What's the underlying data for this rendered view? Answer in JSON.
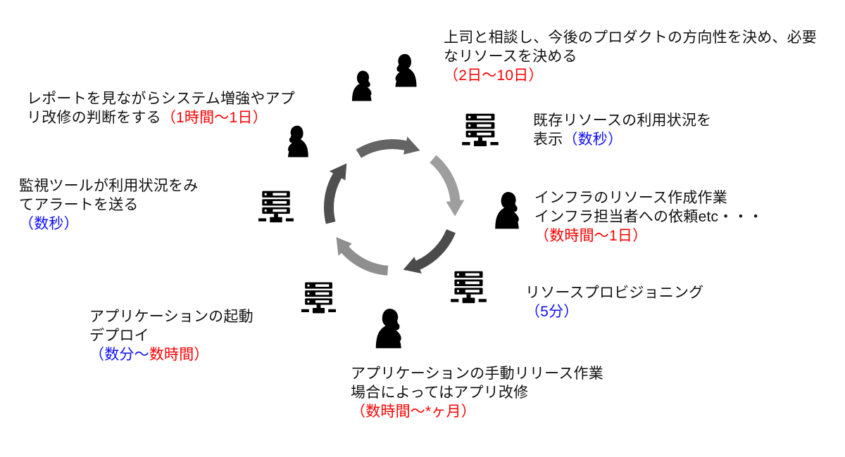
{
  "palette": {
    "text": "#111111",
    "red": "#ff0000",
    "blue": "#0f0fff",
    "icon": "#000000",
    "arrows": [
      "#646464",
      "#9e9e9e",
      "#4b4b4b",
      "#8f8f8f",
      "#4f4f4f"
    ]
  },
  "diagram": {
    "type": "clockwise-cycle-diagram",
    "labels": {
      "plan": {
        "lines": [
          [
            {
              "t": "上司と相談し、今後のプロダクトの方向性を決め、必要",
              "c": "text"
            }
          ],
          [
            {
              "t": "なリソースを決める",
              "c": "text"
            }
          ],
          [
            {
              "t": "（2日～10日）",
              "c": "red"
            }
          ]
        ]
      },
      "usage": {
        "lines": [
          [
            {
              "t": "既存リソースの利用状況を",
              "c": "text"
            }
          ],
          [
            {
              "t": "表示",
              "c": "text"
            },
            {
              "t": "（数秒）",
              "c": "blue"
            }
          ]
        ]
      },
      "infra": {
        "lines": [
          [
            {
              "t": "インフラのリソース作成作業",
              "c": "text"
            }
          ],
          [
            {
              "t": "インフラ担当者への依頼etc・・・",
              "c": "text"
            }
          ],
          [
            {
              "t": "（数時間～1日）",
              "c": "red"
            }
          ]
        ]
      },
      "provisioning": {
        "lines": [
          [
            {
              "t": "リソースプロビジョニング",
              "c": "text"
            }
          ],
          [
            {
              "t": "（5分）",
              "c": "blue"
            }
          ]
        ]
      },
      "release": {
        "lines": [
          [
            {
              "t": "アプリケーションの手動リリース作業",
              "c": "text"
            }
          ],
          [
            {
              "t": "場合によってはアプリ改修",
              "c": "text"
            }
          ],
          [
            {
              "t": "（数時間～*ヶ月）",
              "c": "red"
            }
          ]
        ]
      },
      "deploy": {
        "lines": [
          [
            {
              "t": "アプリケーションの起動",
              "c": "text"
            }
          ],
          [
            {
              "t": "デプロイ",
              "c": "text"
            }
          ],
          [
            {
              "t": "（数分～",
              "c": "blue"
            },
            {
              "t": "数時間）",
              "c": "red"
            }
          ]
        ]
      },
      "monitoring": {
        "lines": [
          [
            {
              "t": "監視ツールが利用状況をみ",
              "c": "text"
            }
          ],
          [
            {
              "t": "てアラートを送る",
              "c": "text"
            }
          ],
          [
            {
              "t": "（数秒）",
              "c": "blue"
            }
          ]
        ]
      },
      "report": {
        "lines": [
          [
            {
              "t": "レポートを見ながらシステム増強やアプ",
              "c": "text"
            }
          ],
          [
            {
              "t": "リ改修の判断をする",
              "c": "text"
            },
            {
              "t": "（1時間～1日）",
              "c": "red"
            }
          ]
        ]
      }
    },
    "icons": {
      "thinker": "thinking-person-silhouette",
      "server": "network-server-stack",
      "cycle": "clockwise-cycle-arrows"
    }
  }
}
